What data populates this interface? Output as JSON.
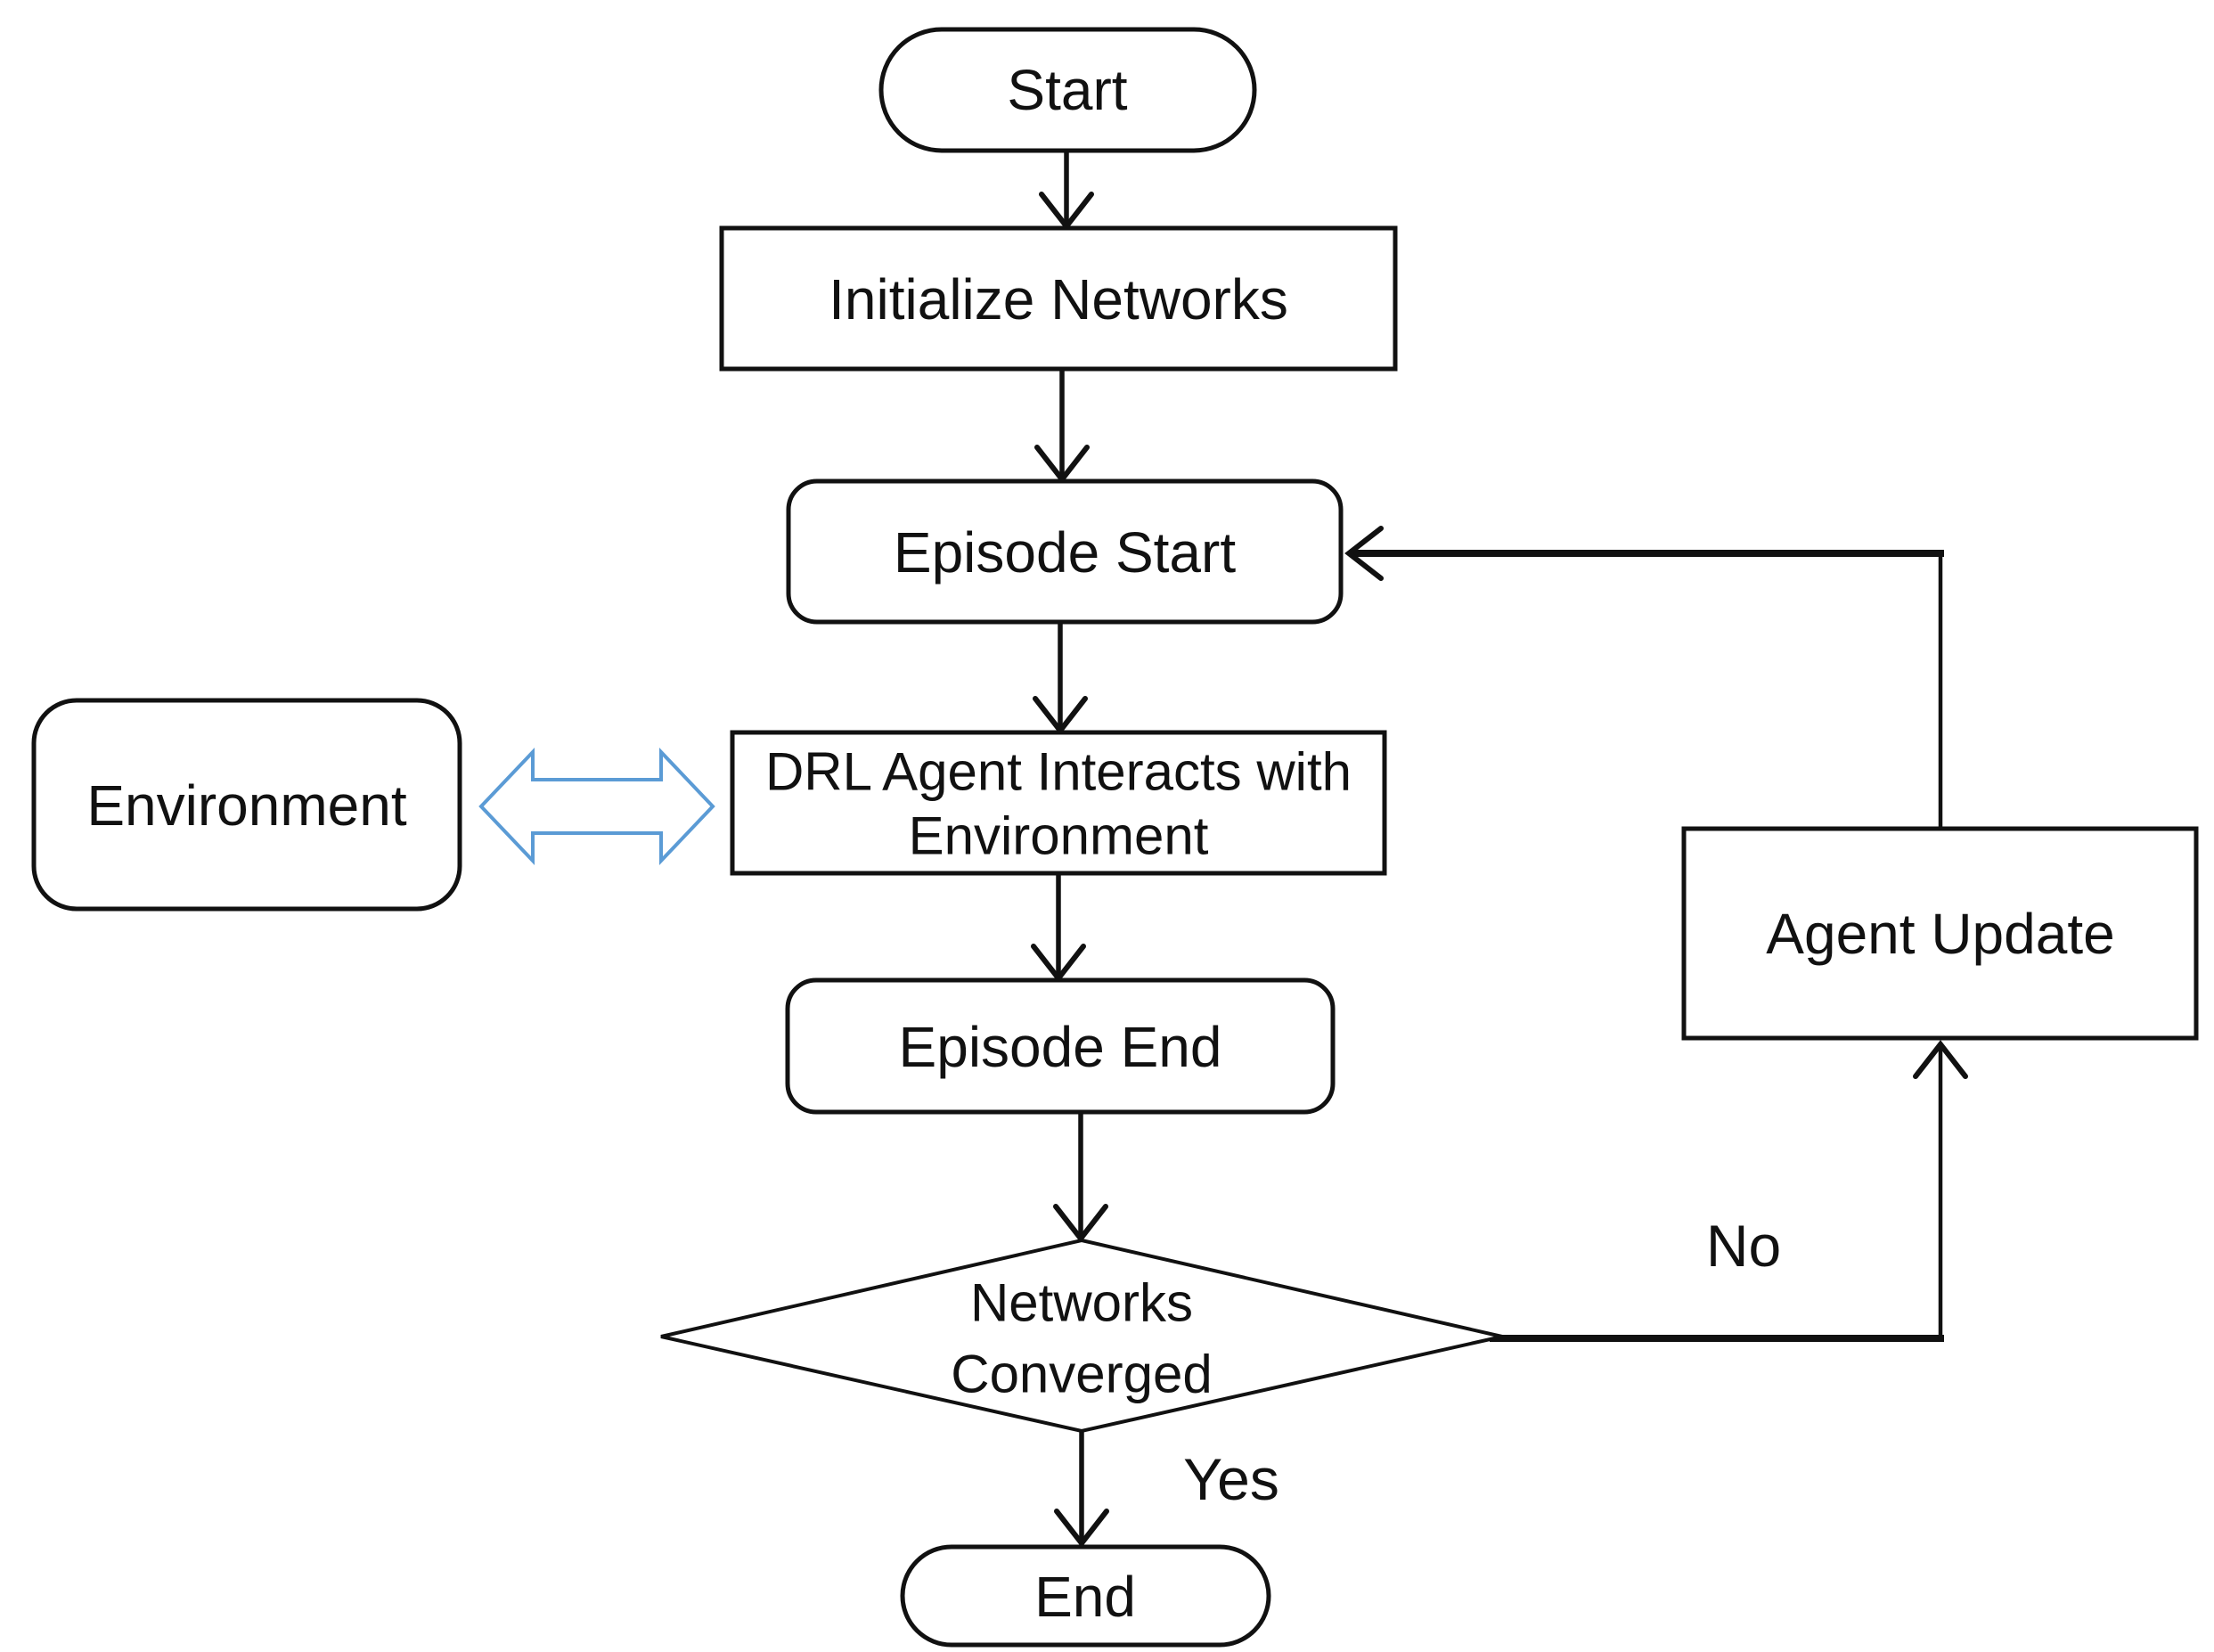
{
  "diagram": {
    "title": "DRL training loop flowchart",
    "nodes": {
      "start": {
        "label": "Start",
        "shape": "stadium"
      },
      "initialize": {
        "label": "Initialize Networks",
        "shape": "rectangle"
      },
      "episode_start": {
        "label": "Episode Start",
        "shape": "rounded-rectangle"
      },
      "environment": {
        "label": "Environment",
        "shape": "rounded-rectangle"
      },
      "drl_interact": {
        "line1": "DRL Agent Interacts with",
        "line2": "Environment",
        "shape": "rectangle"
      },
      "episode_end": {
        "label": "Episode End",
        "shape": "rounded-rectangle"
      },
      "decision": {
        "line1": "Networks",
        "line2": "Converged",
        "shape": "diamond"
      },
      "agent_update": {
        "label": "Agent Update",
        "shape": "rectangle"
      },
      "end": {
        "label": "End",
        "shape": "stadium"
      }
    },
    "edge_labels": {
      "no": "No",
      "yes": "Yes"
    },
    "icons": {
      "environment_drl_link": "double-headed-arrow"
    },
    "colors": {
      "line": "#111111",
      "text": "#111111",
      "double_arrow_stroke": "#5b9bd5",
      "shape_fill": "#ffffff",
      "background": "#ffffff"
    }
  }
}
